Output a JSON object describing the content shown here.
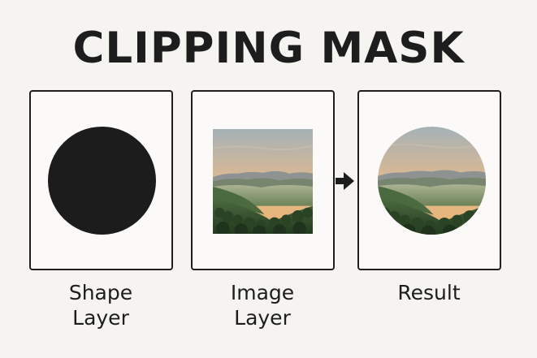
{
  "title": "CLIPPING MASK",
  "panels": {
    "shape": {
      "label_line1": "Shape",
      "label_line2": "Layer",
      "content": "black-circle",
      "fill_color": "#1c1c1c"
    },
    "image": {
      "label_line1": "Image",
      "label_line2": "Layer",
      "content": "landscape-photo"
    },
    "result": {
      "label_line1": "Result",
      "content": "circle-masked-landscape-photo"
    }
  },
  "arrow_icon": "arrow-right-icon",
  "colors": {
    "background": "#f5f4f1",
    "border": "#1f1f1f",
    "sky_top": "#a7b2b5",
    "sky_bottom": "#e9b378",
    "hills": "#3f5a3c"
  }
}
